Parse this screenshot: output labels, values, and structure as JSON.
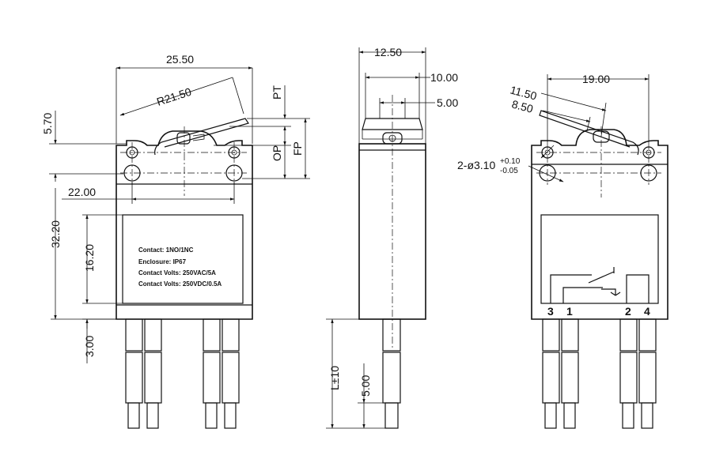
{
  "dimensions": {
    "front_width": "25.50",
    "lever_radius": "R21.50",
    "pt": "PT",
    "op": "OP",
    "fp": "FP",
    "top_height": "5.70",
    "hole_pitch": "22.00",
    "body_height": "32.20",
    "label_height": "16.20",
    "terminal_gap": "3.00",
    "side_width": "12.50",
    "actuator_width": "10.00",
    "plunger_width": "5.00",
    "lead_length": "L±10",
    "strip_length": "5.00",
    "back_width": "19.00",
    "lever_len_a": "11.50",
    "lever_len_b": "8.50",
    "hole_spec_prefix": "2-ø3.10",
    "hole_tol_plus": "+0.10",
    "hole_tol_minus": "-0.05"
  },
  "label": {
    "contact": "Contact: 1NO/1NC",
    "enclosure": "Enclosure: IP67",
    "volts_ac": "Contact  Volts: 250VAC/5A",
    "volts_dc": "Contact  Volts: 250VDC/0.5A"
  },
  "pins": [
    "3",
    "1",
    "2",
    "4"
  ]
}
